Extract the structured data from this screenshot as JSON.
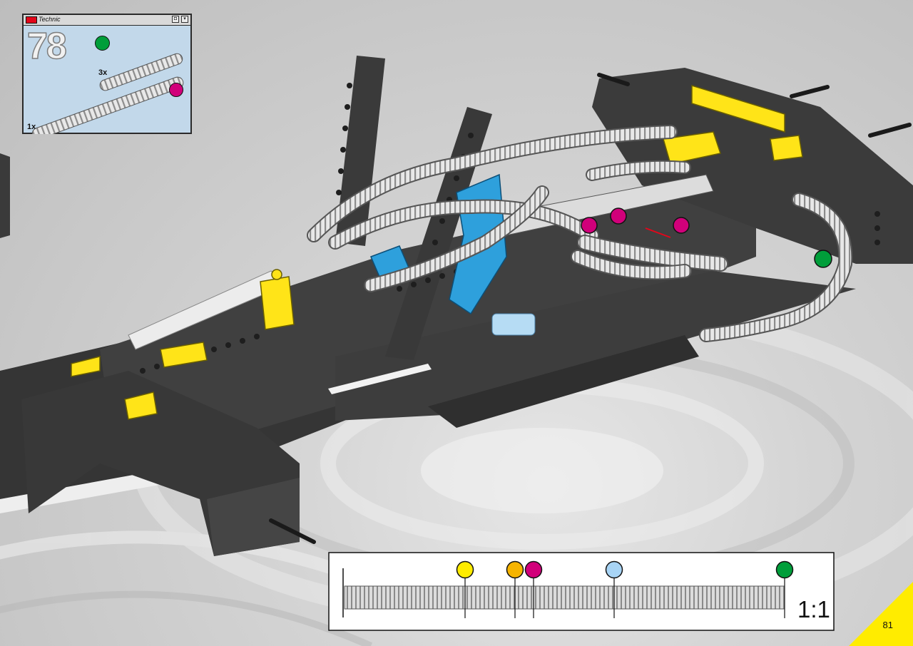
{
  "step": {
    "brand_badge": "LEGO",
    "window_title": "Technic",
    "number": "78",
    "parts": [
      {
        "qty_label": "3x",
        "marker_color": "#009e3a"
      },
      {
        "qty_label": "1x",
        "marker_color": "#d1007a"
      }
    ]
  },
  "model": {
    "callout_markers": [
      "#d1007a",
      "#d1007a",
      "#d1007a",
      "#009e3a"
    ]
  },
  "scale_ruler": {
    "ratio_label": "1:1",
    "markers": [
      "#ffec00",
      "#f6b400",
      "#d1007a",
      "#a8d4f5",
      "#009e3a"
    ]
  },
  "page": {
    "number": "81",
    "corner_color": "#ffec00"
  },
  "colors": {
    "step_box_bg": "#c2d8ea",
    "parts_dark": "#3c3c3c",
    "parts_yellow": "#ffe418",
    "parts_blue": "#2ea0dc",
    "tubes": "#e4e4e4"
  }
}
